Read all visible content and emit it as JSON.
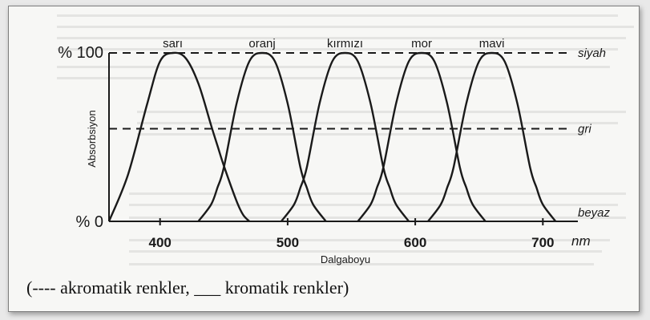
{
  "chart_data": {
    "type": "line",
    "xlabel": "Dalgaboyu",
    "ylabel": "Absorbsiyon",
    "x_unit": "nm",
    "xlim": [
      360,
      740
    ],
    "ylim": [
      0,
      100
    ],
    "x_ticks": [
      400,
      500,
      600,
      700
    ],
    "y_ticks": [
      {
        "value": 100,
        "label": "% 100"
      },
      {
        "value": 0,
        "label": "% 0"
      }
    ],
    "chromatic_series": [
      {
        "name": "sarı",
        "x": [
          360,
          375,
          390,
          400,
          410,
          420,
          430,
          440,
          445,
          450,
          460,
          465,
          470
        ],
        "y": [
          0,
          28,
          70,
          95,
          100,
          97,
          82,
          57,
          45,
          33,
          12,
          4,
          0
        ]
      },
      {
        "name": "oranj",
        "x": [
          430,
          440,
          445,
          450,
          460,
          470,
          480,
          490,
          500,
          510,
          515,
          520,
          530
        ],
        "y": [
          0,
          10,
          20,
          32,
          70,
          95,
          100,
          95,
          70,
          32,
          20,
          10,
          0
        ]
      },
      {
        "name": "kırmızı",
        "x": [
          495,
          505,
          510,
          515,
          525,
          535,
          545,
          555,
          565,
          575,
          580,
          585,
          595
        ],
        "y": [
          0,
          10,
          20,
          32,
          70,
          95,
          100,
          95,
          70,
          32,
          20,
          10,
          0
        ]
      },
      {
        "name": "mor",
        "x": [
          555,
          565,
          570,
          575,
          585,
          595,
          605,
          615,
          625,
          635,
          640,
          645,
          655
        ],
        "y": [
          0,
          10,
          20,
          32,
          70,
          95,
          100,
          95,
          70,
          32,
          20,
          10,
          0
        ]
      },
      {
        "name": "mavi",
        "x": [
          610,
          620,
          625,
          630,
          640,
          650,
          660,
          670,
          680,
          690,
          695,
          700,
          710
        ],
        "y": [
          0,
          10,
          20,
          32,
          70,
          95,
          100,
          95,
          70,
          32,
          20,
          10,
          0
        ]
      }
    ],
    "achromatic_series": [
      {
        "name": "siyah",
        "value": 100
      },
      {
        "name": "gri",
        "value": 55
      },
      {
        "name": "beyaz",
        "value": 0
      }
    ]
  },
  "caption": "(---- akromatik renkler, ___ kromatik renkler)",
  "colors": {
    "ink": "#1a1a1a",
    "paper": "#f7f7f5",
    "frame_border": "#7d7d7d"
  }
}
